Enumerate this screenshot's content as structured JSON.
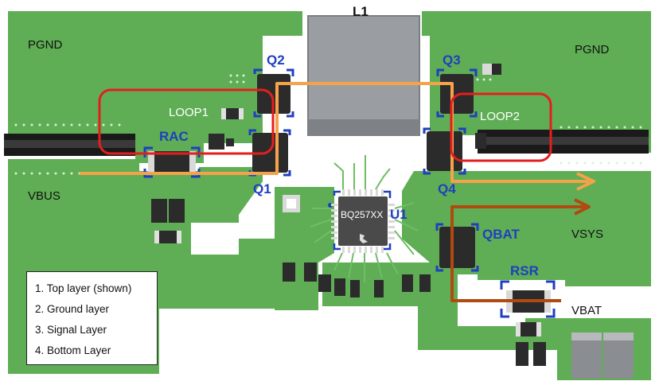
{
  "labels": {
    "l1": "L1",
    "pgnd_left": "PGND",
    "pgnd_right": "PGND",
    "q1": "Q1",
    "q2": "Q2",
    "q3": "Q3",
    "q4": "Q4",
    "loop1": "LOOP1",
    "loop2": "LOOP2",
    "rac": "RAC",
    "vbus": "VBUS",
    "u1": "U1",
    "chip_marking": "BQ257XX",
    "qbat": "QBAT",
    "vsys": "VSYS",
    "rsr": "RSR",
    "vbat": "VBAT"
  },
  "legend": {
    "items": [
      "1. Top layer (shown)",
      "2. Ground layer",
      "3. Signal Layer",
      "4. Bottom Layer"
    ]
  },
  "colors": {
    "board_green": "#5fae55",
    "copper_light": "#6fbd64",
    "ref_blue": "#1f3fbf",
    "loop_red": "#e41e1e",
    "power_path_orange": "#f5a24a",
    "battery_path_brown": "#b04a10"
  }
}
